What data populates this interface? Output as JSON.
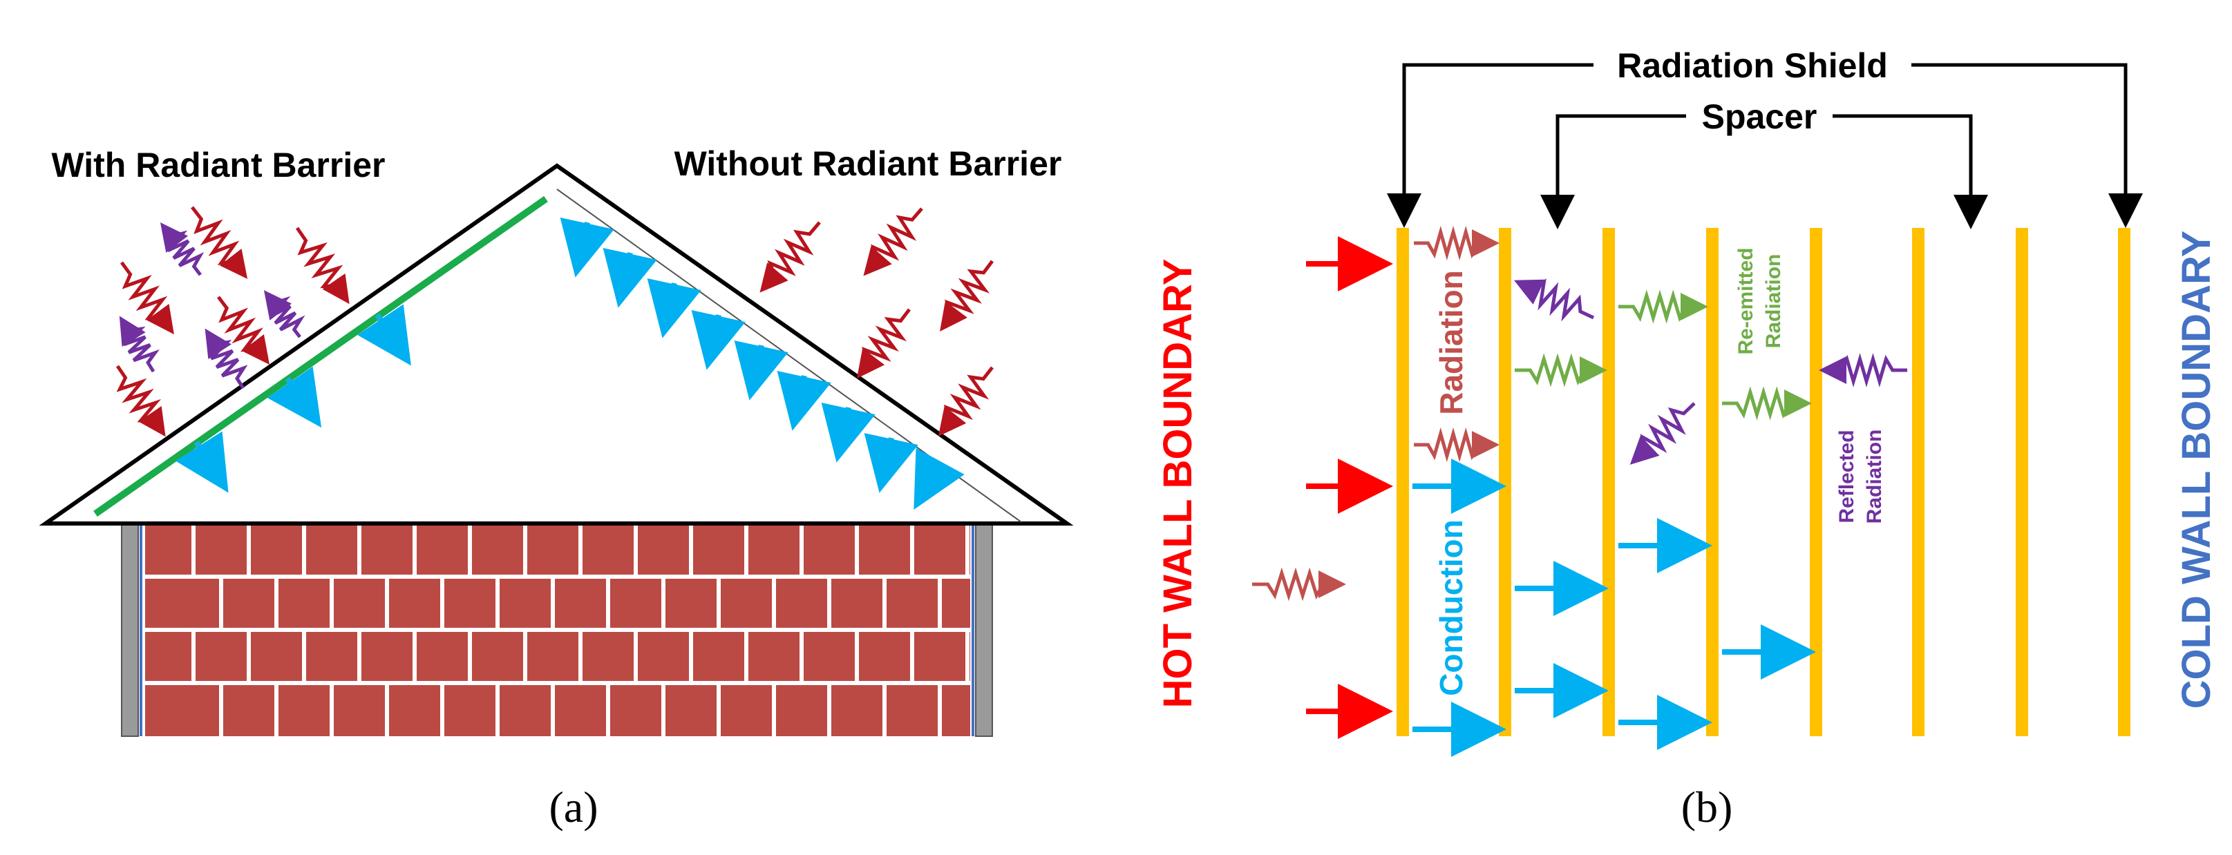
{
  "panel_a": {
    "label_with": "With Radiant Barrier",
    "label_without": "Without Radiant Barrier",
    "caption": "(a)",
    "colors": {
      "brick": "#bb4a44",
      "mortar": "#ffffff",
      "barrier": "#1aab4b",
      "heat_arrow": "#14aee8",
      "incoming_radiation": "#b8141e",
      "reflected_radiation": "#7030a0",
      "wall_post": "#9a9a9a",
      "roof_outline": "#000000"
    }
  },
  "panel_b": {
    "title_shield": "Radiation Shield",
    "title_spacer": "Spacer",
    "hot_boundary": "HOT WALL BOUNDARY",
    "cold_boundary": "COLD WALL BOUNDARY",
    "label_radiation": "Radiation",
    "label_conduction": "Conduction",
    "label_reemitted_1": "Re-emitted",
    "label_reemitted_2": "Radiation",
    "label_reflected_1": "Reflected",
    "label_reflected_2": "Radiation",
    "caption": "(b)",
    "colors": {
      "shield": "#ffc000",
      "hot": "#ff0000",
      "cold": "#4472c4",
      "radiation": "#c0504d",
      "conduction": "#00b0f0",
      "reemitted": "#70ad47",
      "reflected": "#7030a0",
      "bracket": "#000000"
    }
  }
}
